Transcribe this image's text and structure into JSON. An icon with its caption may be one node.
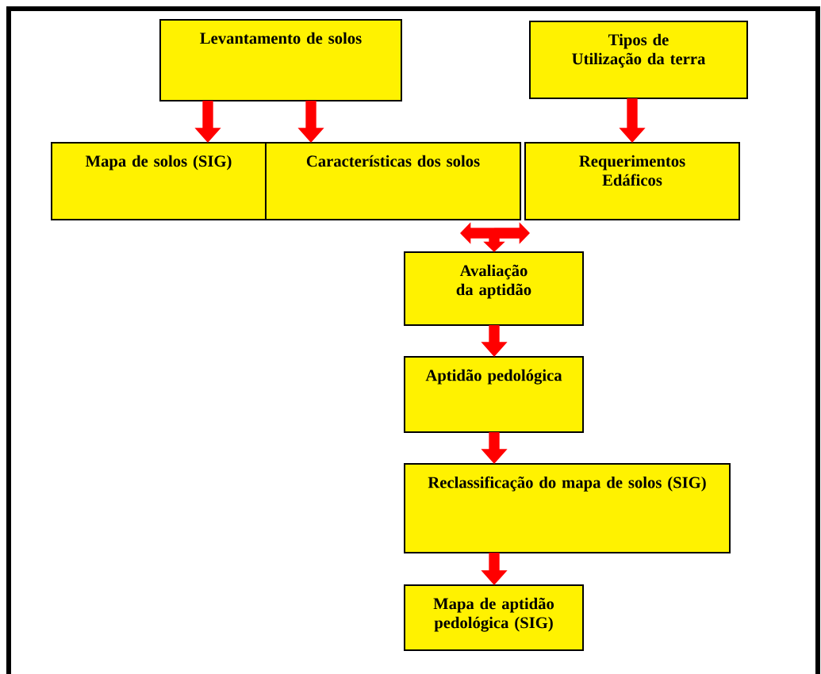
{
  "diagram": {
    "nodes": [
      {
        "text": [
          "Levantamento de solos"
        ]
      },
      {
        "text": [
          "Tipos de Utilização da terra"
        ]
      },
      {
        "text": [
          "Mapa de solos (SIG)"
        ]
      },
      {
        "text": [
          "Características dos solos"
        ]
      },
      {
        "text": [
          "Requerimentos Edáficos"
        ]
      },
      {
        "text": [
          "Avaliação da aptidão"
        ]
      },
      {
        "text": [
          "Aptidão pedológica"
        ]
      },
      {
        "text": [
          "Reclassificação do mapa de solos (SIG)"
        ]
      },
      {
        "text": [
          "Mapa de aptidão pedológica (SIG)"
        ]
      }
    ],
    "edges": [
      {
        "from": 0,
        "to": 2,
        "arrow": "to"
      },
      {
        "from": 0,
        "to": 3,
        "arrow": "to"
      },
      {
        "from": 1,
        "to": 4,
        "arrow": "to"
      },
      {
        "from": 3,
        "to": 5,
        "arrow": "both"
      },
      {
        "from": 4,
        "to": 5,
        "arrow": "both"
      },
      {
        "from": 5,
        "to": 6,
        "arrow": "to"
      },
      {
        "from": 6,
        "to": 7,
        "arrow": "to"
      },
      {
        "from": 7,
        "to": 8,
        "arrow": "to"
      }
    ]
  }
}
